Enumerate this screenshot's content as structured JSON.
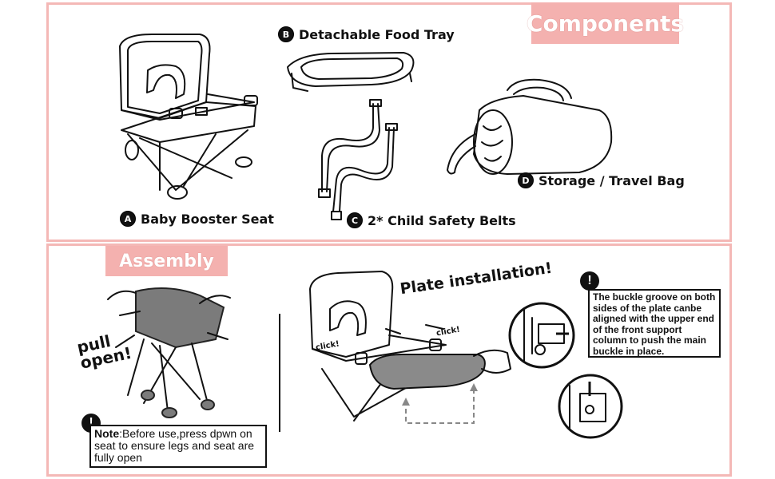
{
  "labels": {
    "components": "Components",
    "assembly": "Assembly",
    "booster_seat": "Baby Booster Seat",
    "food_tray": "Detachable Food Tray",
    "safety_belts": "2* Child Safety Belts",
    "travel_bag": "Storage / Travel Bag",
    "pull_open": "pull open!",
    "plate_installation": "Plate installation!",
    "click": "click!"
  },
  "badges": {
    "a": "A",
    "b": "B",
    "c": "C",
    "d": "D",
    "warning": "!"
  },
  "notes": {
    "note_heading": "Note",
    "note_body": ":Before use,press dpwn on seat to ensure legs and seat are fully open",
    "buckle_tip": "The buckle groove on both sides of the plate canbe aligned with the upper end of the front support column to push the main buckle in place."
  },
  "colors": {
    "accent_pink": "#f4b1af",
    "panel_border": "#f4b8b6",
    "seat_grey": "#7b7b7b"
  }
}
